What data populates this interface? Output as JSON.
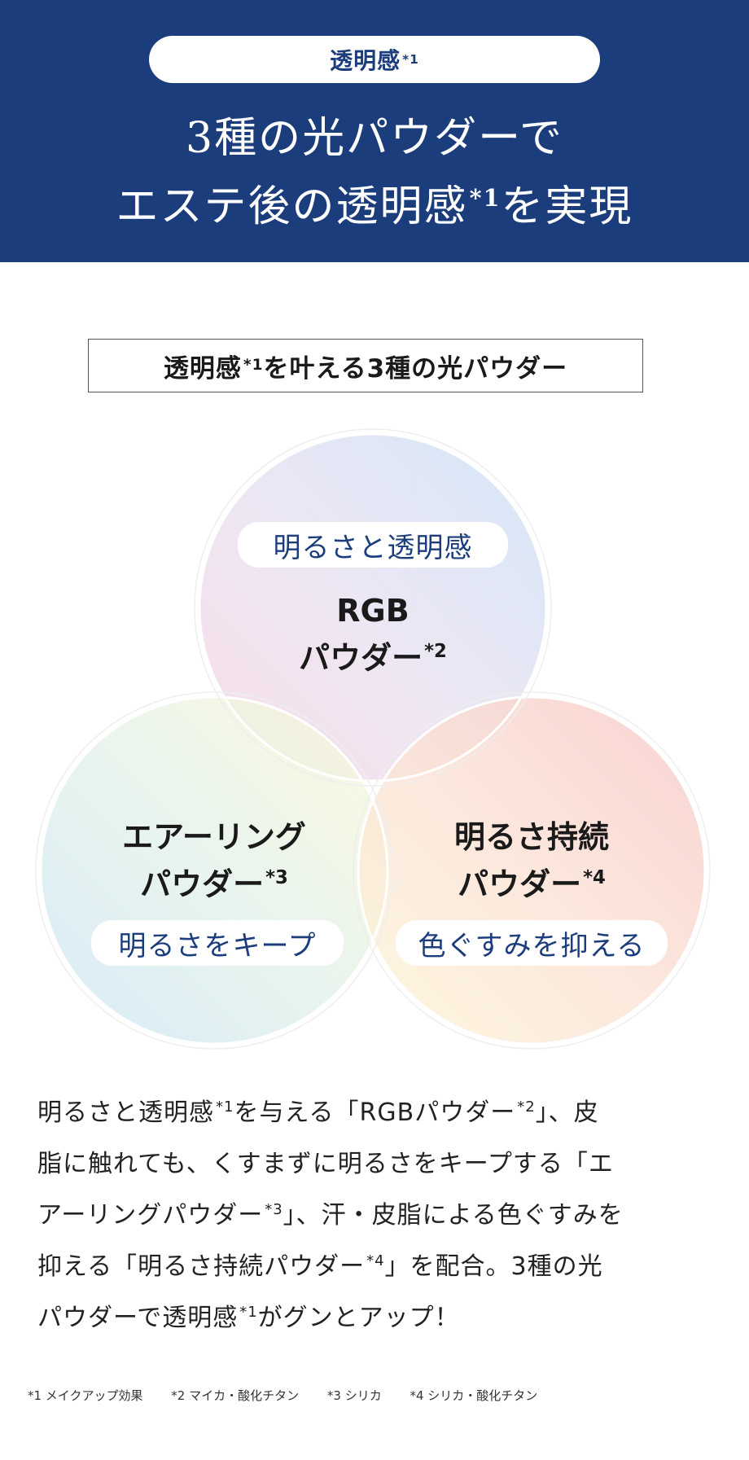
{
  "banner": {
    "pill_text": "透明感",
    "pill_note": "*1",
    "headline_line1": "3種の光パウダーで",
    "headline_line2_a": "エステ後の透明感",
    "headline_line2_note": "*1",
    "headline_line2_b": "を実現"
  },
  "section_title": {
    "text_a": "透明感",
    "note": "*1",
    "text_b": "を叶える3種の光パウダー"
  },
  "diagram": {
    "top": {
      "tag": "明るさと透明感",
      "name_line1": "RGB",
      "name_line2": "パウダー",
      "note": "*2"
    },
    "left": {
      "name_line1": "エアーリング",
      "name_line2": "パウダー",
      "note": "*3",
      "tag": "明るさをキープ"
    },
    "right": {
      "name_line1": "明るさ持続",
      "name_line2": "パウダー",
      "note": "*4",
      "tag": "色ぐすみを抑える"
    }
  },
  "description": {
    "l1_a": "明るさと透明感",
    "l1_n1": "*1",
    "l1_b": "を与える「RGBパウダー",
    "l1_n2": "*2",
    "l1_c": "」、皮",
    "l2": "脂に触れても、くすまずに明るさをキープする「エ",
    "l3_a": "アーリングパウダー",
    "l3_n": "*3",
    "l3_b": "」、汗・皮脂による色ぐすみを",
    "l4_a": "抑える「明るさ持続パウダー",
    "l4_n": "*4",
    "l4_b": "」を配合。3種の光",
    "l5_a": "パウダーで透明感",
    "l5_n": "*1",
    "l5_b": "がグンとアップ！"
  },
  "footnotes": [
    "*1 メイクアップ効果",
    "*2 マイカ・酸化チタン",
    "*3 シリカ",
    "*4 シリカ・酸化チタン"
  ],
  "colors": {
    "brand_navy": "#1b3d7c",
    "circle_top": "#dbe9f8",
    "circle_left": "#e3f1ee",
    "circle_right": "#f8d2d2"
  }
}
